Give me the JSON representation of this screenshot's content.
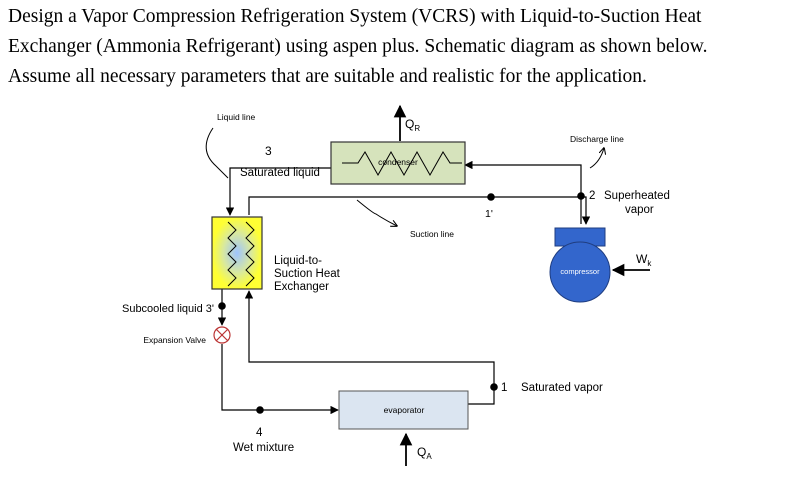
{
  "question": {
    "lines": [
      "Design a Vapor Compression Refrigeration System (VCRS) with Liquid-to-Suction Heat",
      "Exchanger (Ammonia Refrigerant) using aspen plus. Schematic diagram as shown below.",
      "Assume all necessary parameters that are suitable and realistic for the application."
    ]
  },
  "diagram": {
    "labels": {
      "liquid_line": "Liquid line",
      "discharge_line": "Discharge line",
      "suction_line": "Suction line",
      "expansion_valve": "Expansion Valve"
    },
    "heat": {
      "qr_main": "Q",
      "qr_sub": "R",
      "qa_main": "Q",
      "qa_sub": "A",
      "wk_main": "W",
      "wk_sub": "k"
    },
    "components": {
      "condenser": "condenser",
      "compressor": "compressor",
      "evaporator": "evaporator",
      "hx_lines": [
        "Liquid-to-",
        "Suction Heat",
        "Exchanger"
      ]
    },
    "states": {
      "s3_num": "3",
      "s3_name": "Saturated liquid",
      "s3p": "Subcooled liquid 3'",
      "s4_num": "4",
      "s4_name": "Wet mixture",
      "s1_num": "1",
      "s1_name": "Saturated vapor",
      "s1p_num": "1'",
      "s2_num": "2",
      "s2_name_1": "Superheated",
      "s2_name_2": "vapor"
    },
    "colors": {
      "condenser_fill": "#d6e3bc",
      "hx_fill": "#ffff33",
      "compressor_fill": "#3366cc",
      "evaporator_fill": "#dbe5f1",
      "line": "#000000"
    }
  }
}
